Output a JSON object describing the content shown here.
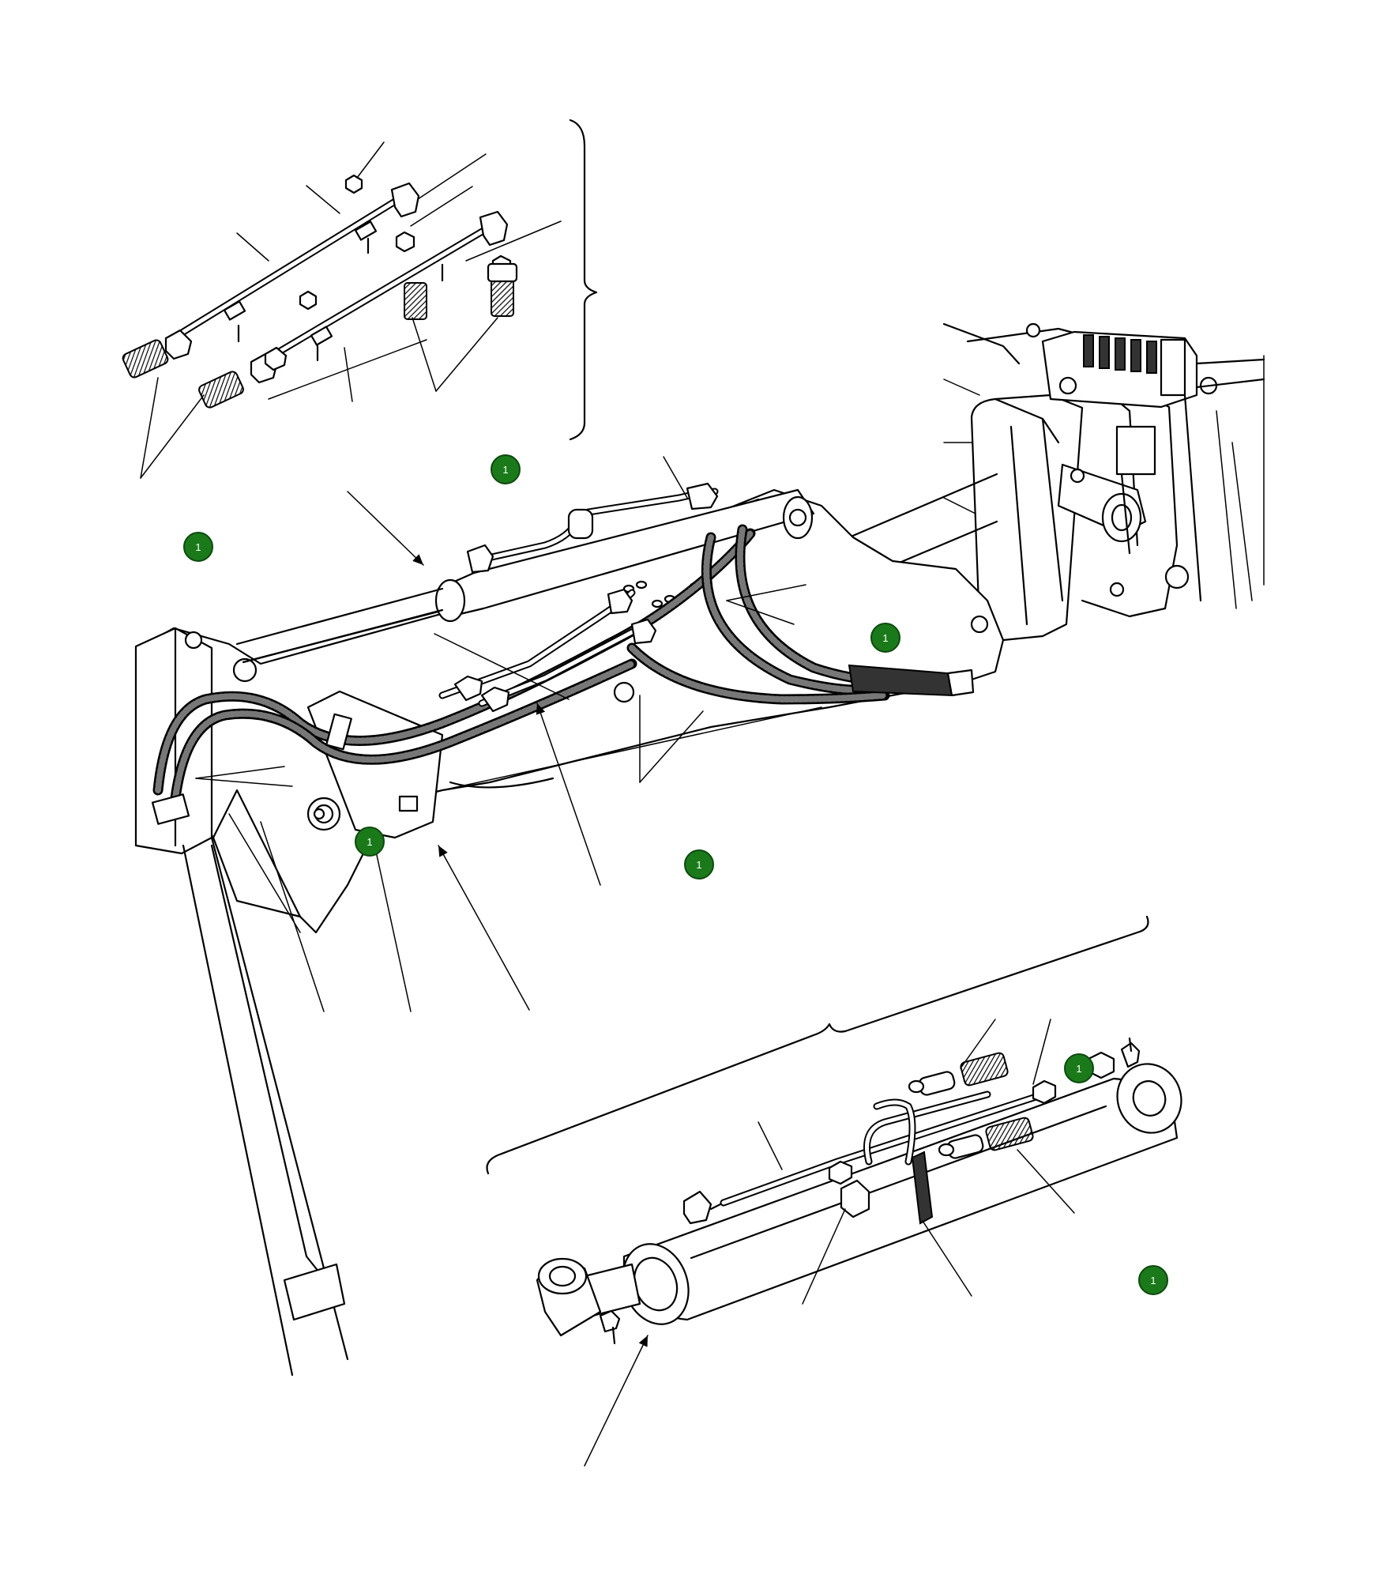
{
  "callout_badge": {
    "color": "#1a7a1a",
    "border_color": "#0d4a0d",
    "text_color": "#ffffff"
  },
  "callouts": [
    {
      "id": "callout-upper-inset",
      "label": "1"
    },
    {
      "id": "callout-left",
      "label": "1"
    },
    {
      "id": "callout-boom-right",
      "label": "1"
    },
    {
      "id": "callout-boom-bracket",
      "label": "1"
    },
    {
      "id": "callout-boom-lower",
      "label": "1"
    },
    {
      "id": "callout-cylinder-top",
      "label": "1"
    },
    {
      "id": "callout-cylinder-right",
      "label": "1"
    }
  ]
}
